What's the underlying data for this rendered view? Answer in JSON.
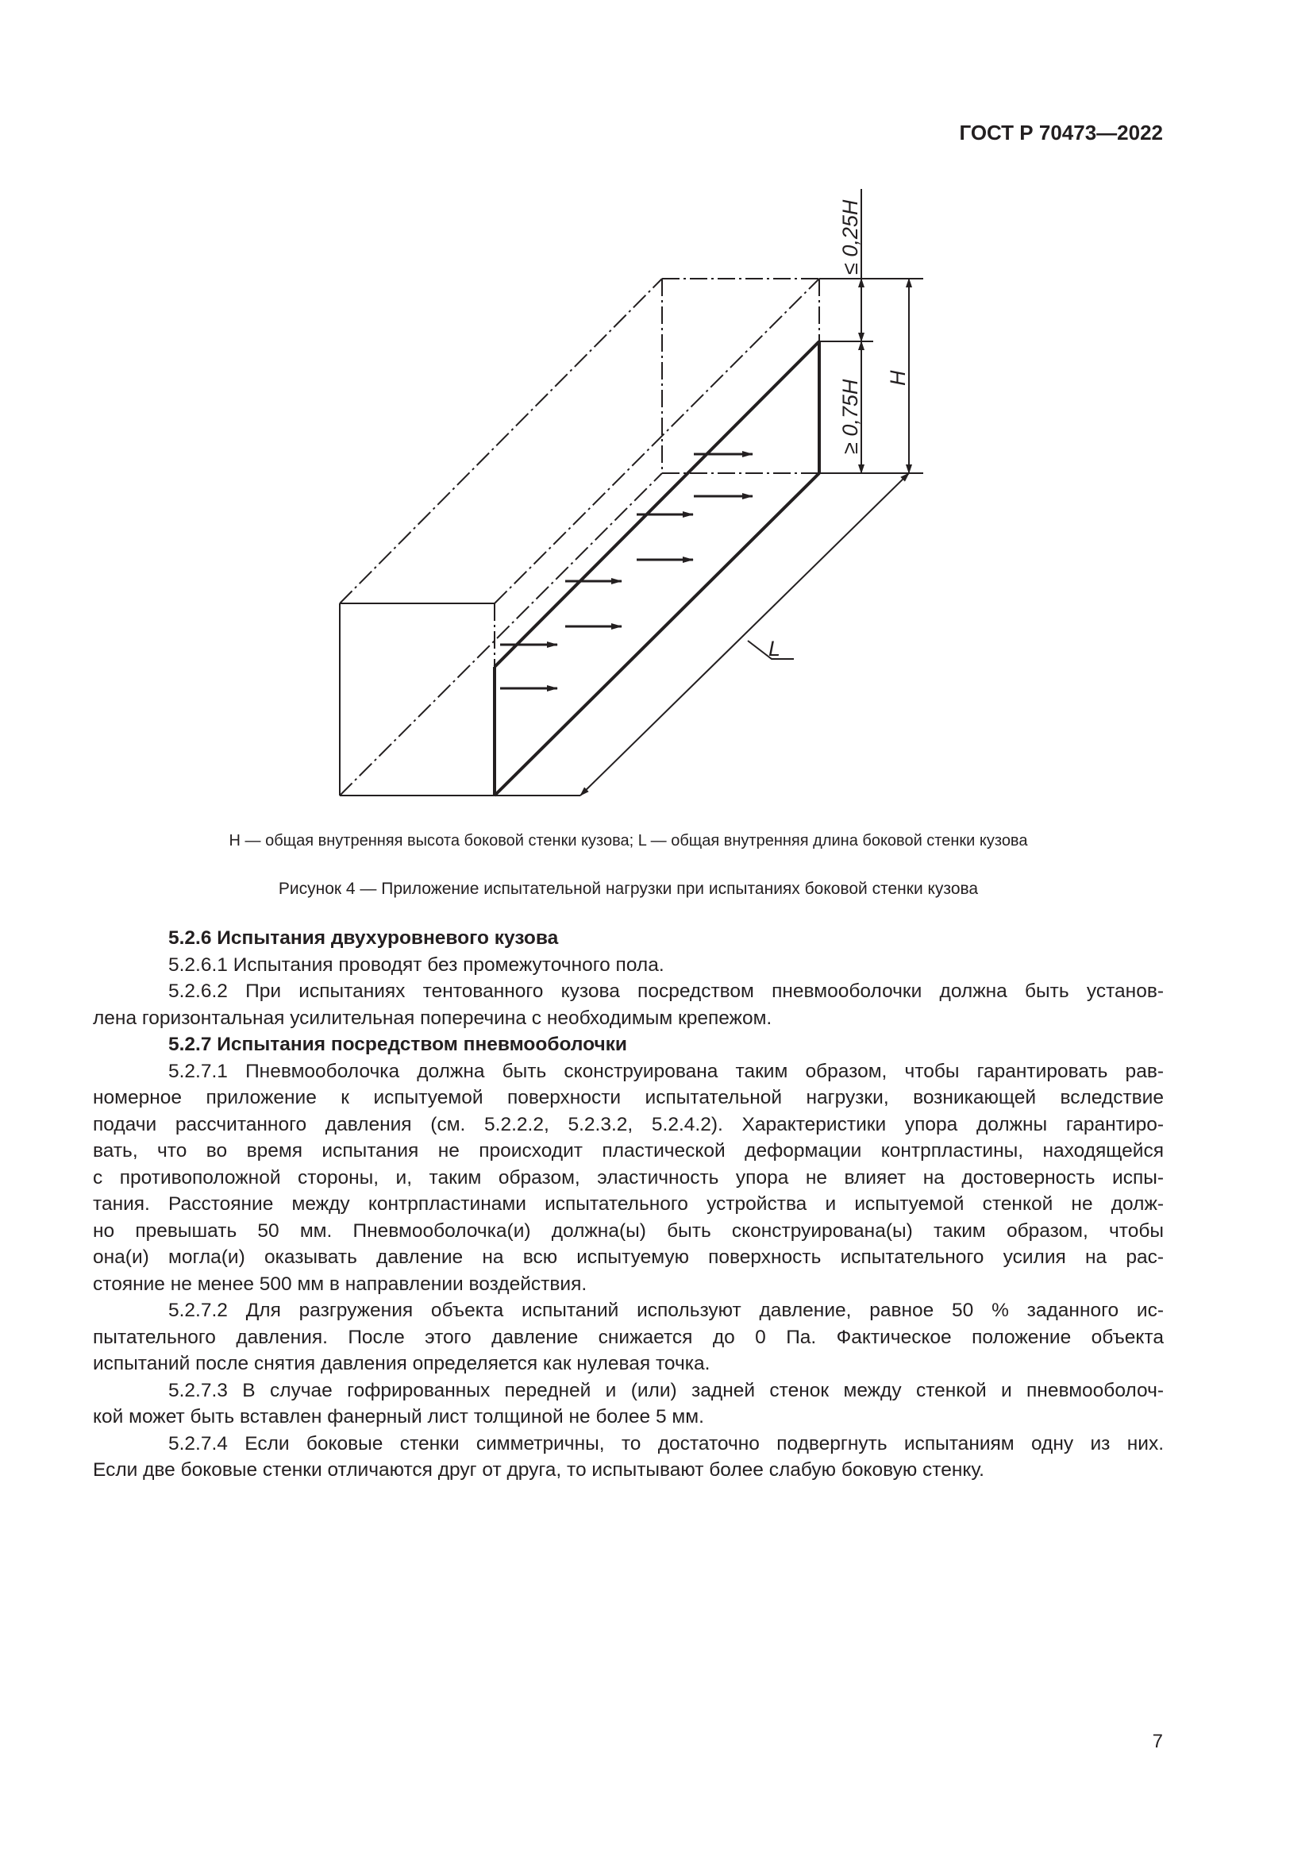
{
  "header": {
    "doc_id": "ГОСТ Р 70473—2022"
  },
  "figure": {
    "labels": {
      "le_025H": "≤ 0,25H",
      "ge_075H": "≥ 0,75H",
      "H": "H",
      "L": "L"
    },
    "legend": "H — общая внутренняя высота боковой стенки кузова; L — общая внутренняя длина боковой стенки кузова",
    "caption": "Рисунок 4 — Приложение испытательной нагрузки при испытаниях боковой стенки кузова"
  },
  "body": [
    {
      "type": "heading",
      "lines": [
        "5.2.6 Испытания двухуровневого кузова"
      ]
    },
    {
      "type": "para",
      "lines": [
        "5.2.6.1 Испытания проводят без промежуточного пола."
      ]
    },
    {
      "type": "para",
      "lines": [
        "5.2.6.2 При испытаниях тентованного кузова посредством пневмооболочки должна быть установ-",
        "лена горизонтальная усилительная поперечина с необходимым крепежом."
      ]
    },
    {
      "type": "heading",
      "lines": [
        "5.2.7 Испытания посредством пневмооболочки"
      ]
    },
    {
      "type": "para",
      "lines": [
        "5.2.7.1 Пневмооболочка должна быть сконструирована таким образом, чтобы гарантировать рав-",
        "номерное приложение к испытуемой поверхности испытательной нагрузки, возникающей вследствие",
        "подачи рассчитанного давления (см. 5.2.2.2, 5.2.3.2, 5.2.4.2). Характеристики упора должны гарантиро-",
        "вать, что во время испытания не происходит пластической деформации контрпластины, находящейся",
        "с противоположной стороны, и, таким образом, эластичность упора не влияет на достоверность испы-",
        "тания. Расстояние между контрпластинами испытательного устройства и испытуемой стенкой не долж-",
        "но превышать 50 мм. Пневмооболочка(и) должна(ы) быть сконструирована(ы) таким образом, чтобы",
        "она(и) могла(и) оказывать давление на всю испытуемую поверхность испытательного усилия на рас-",
        "стояние не менее 500 мм в направлении воздействия."
      ]
    },
    {
      "type": "para",
      "lines": [
        "5.2.7.2 Для разгружения объекта испытаний используют давление, равное 50 % заданного ис-",
        "пытательного давления. После этого давление снижается до 0 Па. Фактическое положение объекта",
        "испытаний после снятия давления определяется как нулевая точка."
      ]
    },
    {
      "type": "para",
      "lines": [
        "5.2.7.3 В случае гофрированных передней и (или) задней стенок между стенкой и пневмооболоч-",
        "кой может быть вставлен фанерный лист толщиной не более 5 мм."
      ]
    },
    {
      "type": "para",
      "lines": [
        "5.2.7.4 Если боковые стенки симметричны, то достаточно подвергнуть испытаниям одну из них.",
        "Если две боковые стенки отличаются друг от друга, то испытывают более слабую боковую стенку."
      ]
    }
  ],
  "page_number": "7"
}
